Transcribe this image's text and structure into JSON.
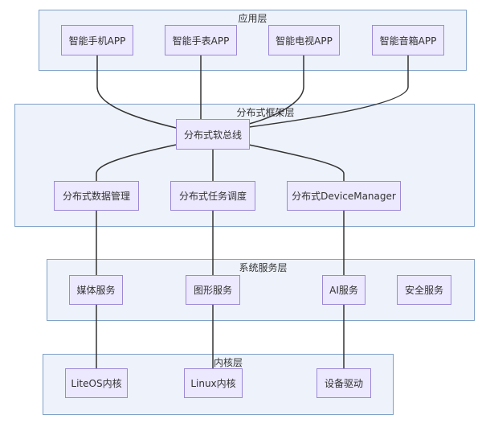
{
  "layers": {
    "app": {
      "title": "应用层"
    },
    "framework": {
      "title": "分布式框架层"
    },
    "system": {
      "title": "系统服务层"
    },
    "kernel": {
      "title": "内核层"
    }
  },
  "nodes": {
    "phone_app": "智能手机APP",
    "watch_app": "智能手表APP",
    "tv_app": "智能电视APP",
    "speaker_app": "智能音箱APP",
    "softbus": "分布式软总线",
    "data_mgmt": "分布式数据管理",
    "task_sched": "分布式任务调度",
    "device_mgr": "分布式DeviceManager",
    "media_svc": "媒体服务",
    "graphics_svc": "图形服务",
    "ai_svc": "AI服务",
    "security_svc": "安全服务",
    "liteos_kernel": "LiteOS内核",
    "linux_kernel": "Linux内核",
    "device_driver": "设备驱动"
  },
  "edges": [
    [
      "phone_app",
      "softbus"
    ],
    [
      "watch_app",
      "softbus"
    ],
    [
      "tv_app",
      "softbus"
    ],
    [
      "speaker_app",
      "softbus"
    ],
    [
      "softbus",
      "data_mgmt"
    ],
    [
      "softbus",
      "task_sched"
    ],
    [
      "softbus",
      "device_mgr"
    ],
    [
      "data_mgmt",
      "media_svc"
    ],
    [
      "task_sched",
      "graphics_svc"
    ],
    [
      "device_mgr",
      "ai_svc"
    ],
    [
      "media_svc",
      "liteos_kernel"
    ],
    [
      "graphics_svc",
      "linux_kernel"
    ],
    [
      "ai_svc",
      "device_driver"
    ]
  ]
}
